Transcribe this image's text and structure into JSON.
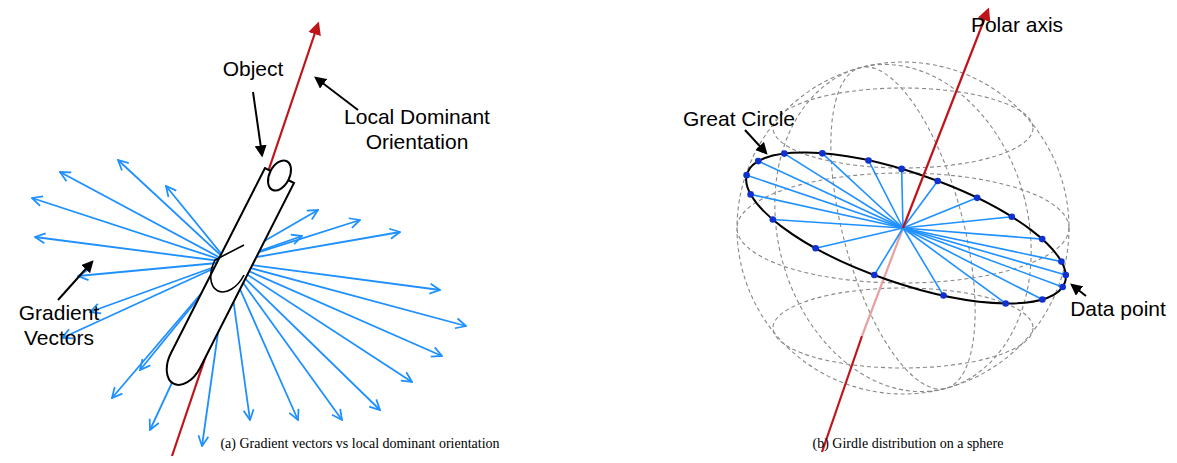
{
  "diagram": {
    "labels": [
      "Object",
      "Local Dominant Orientation",
      "Gradient Vectors",
      "(a) Gradient vectors vs local dominant orientation",
      "Polar axis",
      "Great Circle",
      "Data point",
      "(b) Girdle distribution on a sphere"
    ]
  }
}
